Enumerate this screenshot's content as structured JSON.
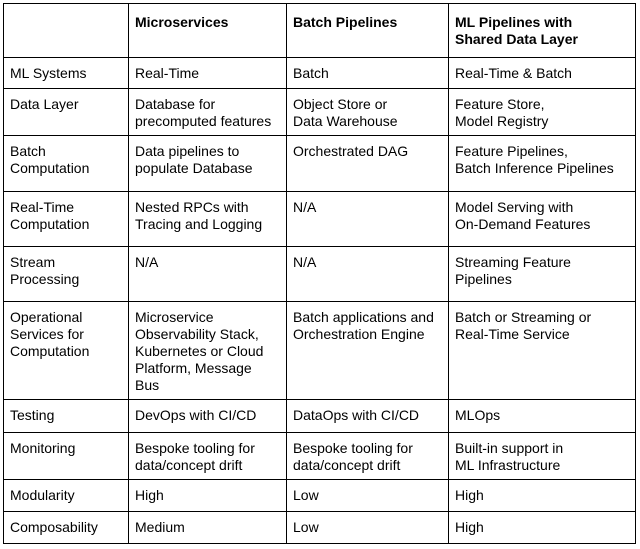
{
  "table": {
    "headers": [
      "",
      "Microservices",
      "Batch Pipelines",
      "ML Pipelines with\nShared Data Layer"
    ],
    "rows": [
      [
        "ML Systems",
        "Real-Time",
        "Batch",
        "Real-Time & Batch"
      ],
      [
        "Data Layer",
        "Database for\nprecomputed features",
        "Object Store or\nData Warehouse",
        "Feature Store,\nModel Registry"
      ],
      [
        "Batch\nComputation",
        "Data pipelines to\npopulate Database",
        "Orchestrated DAG",
        "Feature Pipelines,\nBatch Inference Pipelines"
      ],
      [
        "Real-Time\nComputation",
        "Nested RPCs with\nTracing and Logging",
        "N/A",
        "Model Serving with\nOn-Demand Features"
      ],
      [
        "Stream\nProcessing",
        "N/A",
        "N/A",
        "Streaming Feature\nPipelines"
      ],
      [
        "Operational\nServices for\nComputation",
        "Microservice\nObservability Stack,\nKubernetes or Cloud\nPlatform, Message\nBus",
        "Batch applications and\nOrchestration Engine",
        "Batch or Streaming or\nReal-Time Service"
      ],
      [
        "Testing",
        "DevOps with CI/CD",
        "DataOps with CI/CD",
        "MLOps"
      ],
      [
        "Monitoring",
        "Bespoke tooling for\ndata/concept drift",
        "Bespoke tooling for\ndata/concept drift",
        "Built-in support in\nML Infrastructure"
      ],
      [
        "Modularity",
        "High",
        "Low",
        "High"
      ],
      [
        "Composability",
        "Medium",
        "Low",
        "High"
      ]
    ]
  }
}
